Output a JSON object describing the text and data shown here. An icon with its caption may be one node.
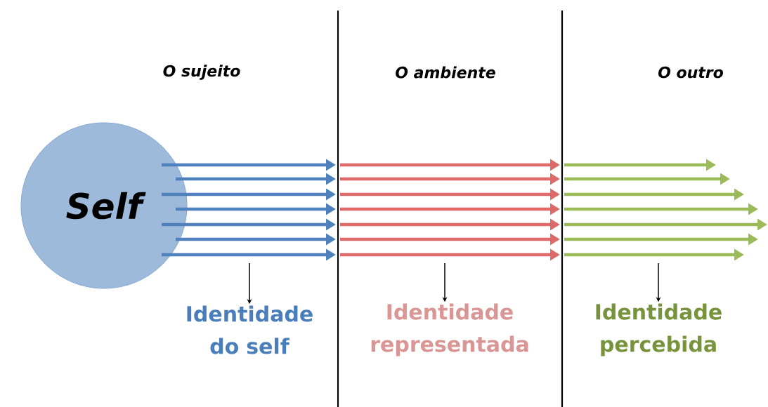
{
  "diagram": {
    "nodes": [
      {
        "text": [
          "Self"
        ]
      },
      {
        "text": [
          "Identidade do self"
        ]
      },
      {
        "text": [
          "Identidade representada"
        ]
      },
      {
        "text": [
          "Identidade percebida"
        ]
      }
    ],
    "edges": [
      {
        "from": 0,
        "to": null,
        "arrow": "to"
      },
      {
        "from": 0,
        "to": null,
        "arrow": "to"
      },
      {
        "from": 0,
        "to": null,
        "arrow": "to"
      },
      {
        "from": 0,
        "to": null,
        "arrow": "to"
      },
      {
        "from": 0,
        "to": null,
        "arrow": "to"
      },
      {
        "from": 0,
        "to": null,
        "arrow": "to"
      },
      {
        "from": 0,
        "to": null,
        "arrow": "to"
      },
      {
        "from": null,
        "to": 1,
        "arrow": "to",
        "color": "#000000"
      },
      {
        "from": null,
        "to": 2,
        "arrow": "to",
        "color": "#000000"
      },
      {
        "from": null,
        "to": 3,
        "arrow": "to",
        "color": "#000000"
      }
    ],
    "labels": [
      "O sujeito",
      "O ambiente",
      "O outro"
    ]
  }
}
